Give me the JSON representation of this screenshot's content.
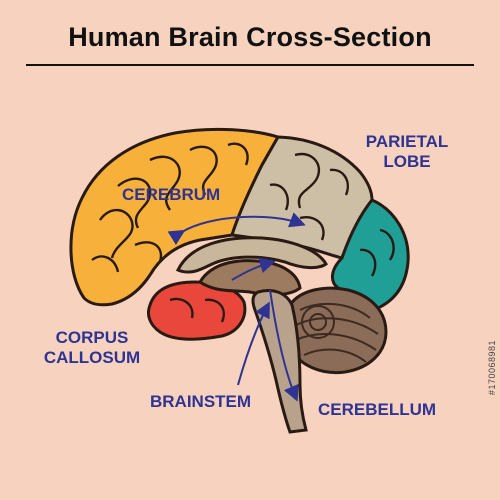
{
  "title": "Human Brain Cross-Section",
  "labels": {
    "cerebrum": "CEREBRUM",
    "parietal_line1": "PARIETAL",
    "parietal_line2": "LOBE",
    "corpus_line1": "CORPUS",
    "corpus_line2": "CALLOSUM",
    "brainstem": "BRAINSTEM",
    "cerebellum": "CEREBELLUM"
  },
  "watermark_id": "#170068981",
  "colors": {
    "background": "#f7d2bf",
    "frontal": "#f7b13b",
    "parietal": "#cdbfa6",
    "occipital": "#1f9f96",
    "temporal": "#e9473b",
    "cerebellum": "#8a6c58",
    "brainstem": "#b8a28c",
    "label": "#2f3391",
    "outline": "#2a1a14"
  }
}
